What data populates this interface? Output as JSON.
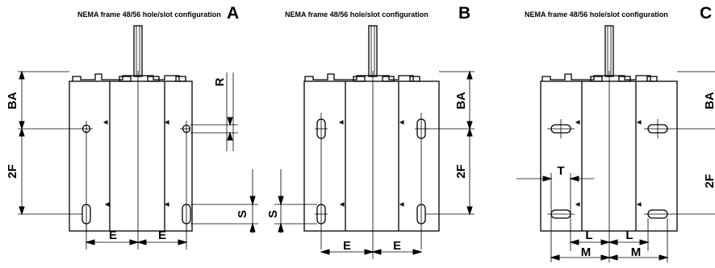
{
  "views": [
    {
      "id": "A",
      "title": "NEMA frame 48/56 hole/slot configuration",
      "letter": "A",
      "dims": [
        "BA",
        "2F",
        "R",
        "S",
        "E",
        "E"
      ]
    },
    {
      "id": "B",
      "title": "NEMA frame 48/56 hole/slot configuration",
      "letter": "B",
      "dims": [
        "S",
        "BA",
        "2F",
        "E",
        "E"
      ]
    },
    {
      "id": "C",
      "title": "NEMA frame 48/56 hole/slot configuration",
      "letter": "C",
      "dims": [
        "BA",
        "2F",
        "T",
        "L",
        "L",
        "M",
        "M"
      ]
    }
  ]
}
